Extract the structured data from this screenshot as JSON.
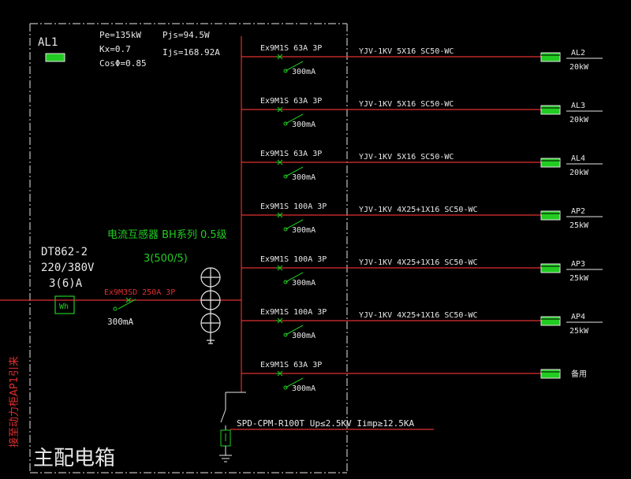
{
  "panel": {
    "id": "AL1",
    "title": "主配电箱",
    "pe": "Pe=135kW",
    "kx": "Kx=0.7",
    "cos": "CosΦ=0.85",
    "pjs": "Pjs=94.5W",
    "ijs": "Ijs=168.92A"
  },
  "meter": {
    "model": "DT862-2",
    "voltage": "220/380V",
    "current": "3(6)A",
    "label": "Wh"
  },
  "ct": {
    "title": "电流互感器 BH系列 0.5级",
    "ratio": "3(500/5)"
  },
  "main_breaker": {
    "model": "Ex9M3SD 250A 3P",
    "leak": "300mA"
  },
  "incoming_note": "接至动力柜AP1引来",
  "spd": "SPD-CPM-R100T Up≤2.5KV Iimp≥12.5KA",
  "branches": [
    {
      "breaker": "Ex9M1S 63A 3P",
      "leak": "300mA",
      "cable": "YJV-1KV 5X16 SC50-WC",
      "target": "AL2",
      "power": "20kW"
    },
    {
      "breaker": "Ex9M1S 63A 3P",
      "leak": "300mA",
      "cable": "YJV-1KV 5X16 SC50-WC",
      "target": "AL3",
      "power": "20kW"
    },
    {
      "breaker": "Ex9M1S 63A 3P",
      "leak": "300mA",
      "cable": "YJV-1KV 5X16 SC50-WC",
      "target": "AL4",
      "power": "20kW"
    },
    {
      "breaker": "Ex9M1S 100A 3P",
      "leak": "300mA",
      "cable": "YJV-1KV 4X25+1X16 SC50-WC",
      "target": "AP2",
      "power": "25kW"
    },
    {
      "breaker": "Ex9M1S 100A 3P",
      "leak": "300mA",
      "cable": "YJV-1KV 4X25+1X16 SC50-WC",
      "target": "AP3",
      "power": "25kW"
    },
    {
      "breaker": "Ex9M1S 100A 3P",
      "leak": "300mA",
      "cable": "YJV-1KV 4X25+1X16 SC50-WC",
      "target": "AP4",
      "power": "25kW"
    },
    {
      "breaker": "Ex9M1S 63A 3P",
      "leak": "300mA",
      "cable": "",
      "target": "备用",
      "power": ""
    }
  ],
  "colors": {
    "line": "#e03030",
    "symbol": "#22cc22",
    "frame": "#e8e8e8",
    "text": "#e8e8e8"
  }
}
